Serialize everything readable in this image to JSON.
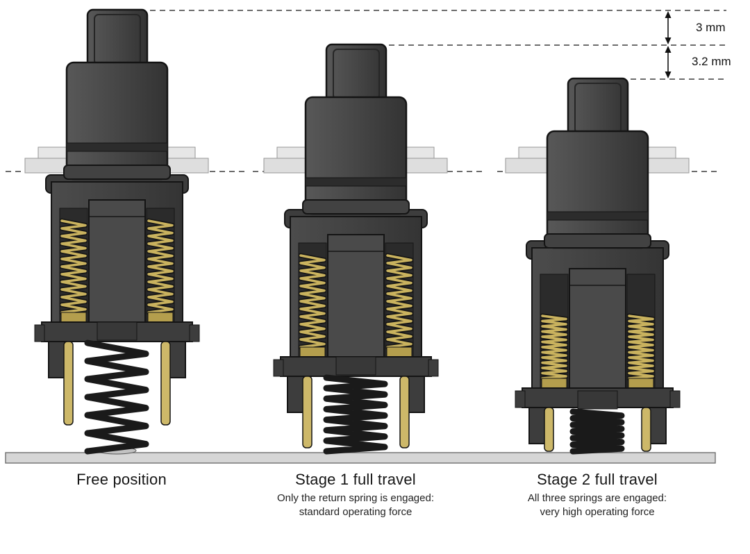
{
  "diagram": {
    "dimension_labels": {
      "stage1": "3 mm",
      "stage2": "3.2 mm"
    },
    "figures": [
      {
        "caption": "Free position",
        "subcaption_lines": []
      },
      {
        "caption": "Stage 1 full travel",
        "subcaption_lines": [
          "Only the return spring is engaged:",
          "standard operating force"
        ]
      },
      {
        "caption": "Stage 2 full travel",
        "subcaption_lines": [
          "All three springs are engaged:",
          "very high operating force"
        ]
      }
    ],
    "colors": {
      "body_gray": "#434343",
      "body_dark": "#2b2b2b",
      "panel_gray": "#e2e2e2",
      "brass": "#c9b25e",
      "return_spring": "#1a1a1a",
      "ground": "#d6d6d6",
      "line": "#111111"
    }
  }
}
